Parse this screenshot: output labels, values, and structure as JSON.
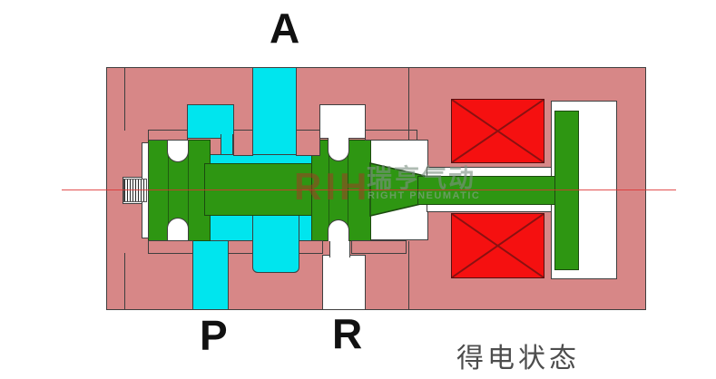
{
  "diagram": {
    "title_state_caption": "得电状态",
    "ports": {
      "a": "A",
      "p": "P",
      "r": "R"
    },
    "watermark": {
      "brand": "RIH",
      "brand_cn": "瑞亨气动",
      "brand_en": "RIGHT PNEUMATIC"
    },
    "components": {
      "body": "valve-body",
      "spool": "valve-spool",
      "spring": "return-spring",
      "coils": "solenoid-coils",
      "armature": "armature-plunger"
    }
  },
  "colors": {
    "body-pink": "#d78787",
    "passage-cyan": "#00e5ee",
    "spool-green": "#2e9612",
    "spool-edge": "#1c4a10",
    "coil-red": "#f51010",
    "coil-cross": "#8a1111",
    "centerline-red": "#dd3333",
    "outline": "#3f3f3f",
    "label-black": "#111111",
    "caption-gray": "#4d4d4d"
  }
}
